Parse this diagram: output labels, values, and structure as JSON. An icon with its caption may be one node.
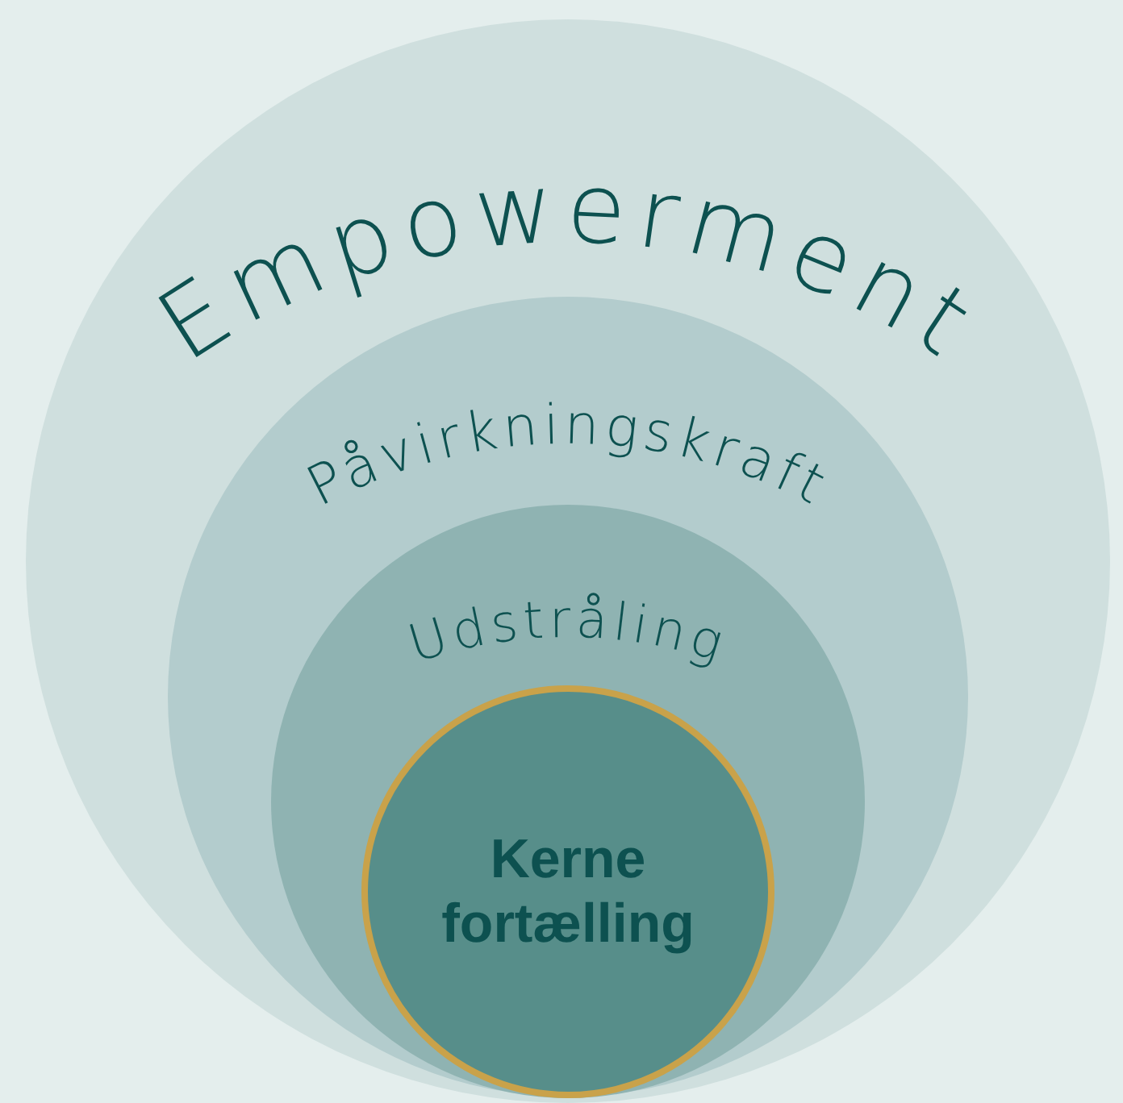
{
  "diagram": {
    "nodes": [
      {
        "text": [
          "Empowerment"
        ]
      },
      {
        "text": [
          "Påvirkningskraft"
        ],
        "in": 0
      },
      {
        "text": [
          "Udstråling"
        ],
        "in": 1
      },
      {
        "text": [
          "Kerne fortælling"
        ],
        "in": 2
      }
    ]
  }
}
